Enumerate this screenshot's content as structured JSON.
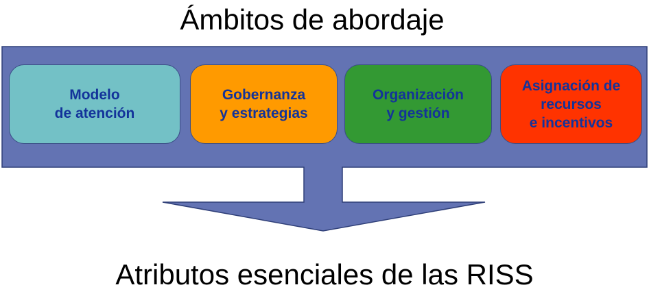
{
  "title": "Ámbitos de abordaje",
  "bottom_title": "Atributos esenciales de las RISS",
  "colors": {
    "panel": "#6373b3",
    "panel_border": "#2f3f78",
    "text_dark_blue": "#13339a",
    "text_white": "#ffffff"
  },
  "boxes": [
    {
      "line1": "Modelo",
      "line2": "de atención",
      "line3": "",
      "fill": "#73c1c6",
      "text_color": "#13339a"
    },
    {
      "line1": "Gobernanza",
      "line2": "y estrategias",
      "line3": "",
      "fill": "#ff9a00",
      "text_color": "#13339a"
    },
    {
      "line1": "Organización",
      "line2": "y gestión",
      "line3": "",
      "fill": "#339933",
      "text_color": "#13339a"
    },
    {
      "line1": "Asignación de",
      "line2": "recursos",
      "line3": "e incentivos",
      "fill": "#ff3300",
      "text_color": "#13339a"
    }
  ]
}
